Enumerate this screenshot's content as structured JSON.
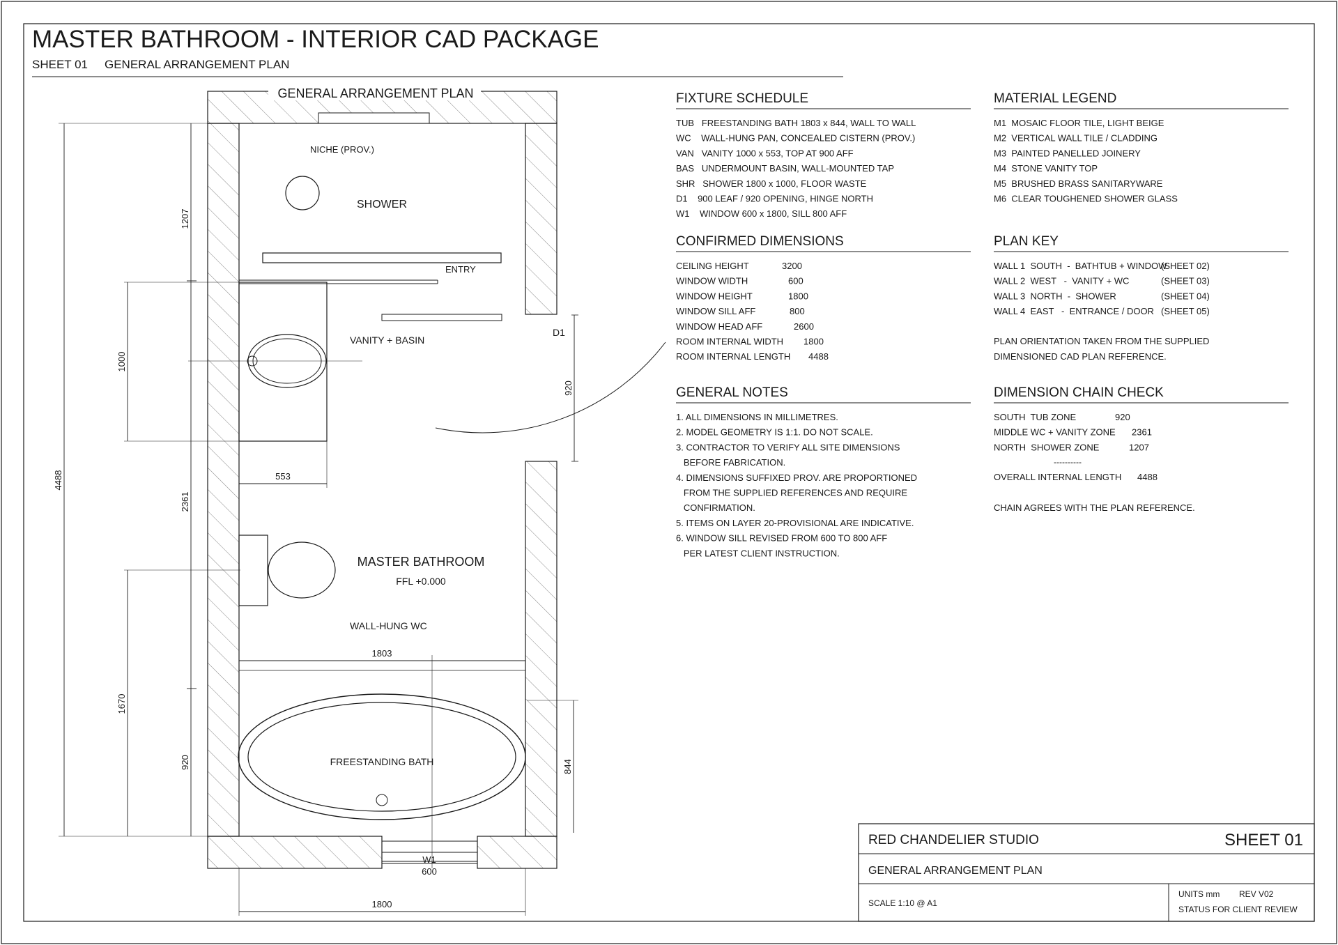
{
  "header": {
    "title": "MASTER BATHROOM - INTERIOR CAD PACKAGE",
    "sheet_no": "SHEET 01",
    "sheet_name": "GENERAL ARRANGEMENT PLAN"
  },
  "plan": {
    "title": "GENERAL ARRANGEMENT PLAN",
    "labels": {
      "niche": "NICHE (PROV.)",
      "shower": "SHOWER",
      "entry": "ENTRY",
      "vanity": "VANITY + BASIN",
      "door": "D1",
      "room": "MASTER BATHROOM",
      "ffl": "FFL +0.000",
      "wc": "WALL-HUNG WC",
      "bath": "FREESTANDING BATH",
      "window": "W1"
    },
    "dims": {
      "overall_length": "4488",
      "shower_zone": "1207",
      "middle_zone": "2361",
      "tub_zone": "920",
      "vanity_len": "1000",
      "wc_dim": "1670",
      "door_opening": "920",
      "vanity_depth": "553",
      "bath_len": "1803",
      "bath_width": "844",
      "window_width": "600",
      "room_width": "1800"
    }
  },
  "sections": {
    "fixture": {
      "title": "FIXTURE SCHEDULE",
      "rows": [
        "TUB   FREESTANDING BATH 1803 x 844, WALL TO WALL",
        "WC    WALL-HUNG PAN, CONCEALED CISTERN (PROV.)",
        "VAN   VANITY 1000 x 553, TOP AT 900 AFF",
        "BAS   UNDERMOUNT BASIN, WALL-MOUNTED TAP",
        "SHR   SHOWER 1800 x 1000, FLOOR WASTE",
        "D1    900 LEAF / 920 OPENING, HINGE NORTH",
        "W1    WINDOW 600 x 1800, SILL 800 AFF"
      ]
    },
    "material": {
      "title": "MATERIAL LEGEND",
      "rows": [
        "M1  MOSAIC FLOOR TILE, LIGHT BEIGE",
        "M2  VERTICAL WALL TILE / CLADDING",
        "M3  PAINTED PANELLED JOINERY",
        "M4  STONE VANITY TOP",
        "M5  BRUSHED BRASS SANITARYWARE",
        "M6  CLEAR TOUGHENED SHOWER GLASS"
      ]
    },
    "confirmed": {
      "title": "CONFIRMED DIMENSIONS",
      "rows": [
        {
          "label": "CEILING HEIGHT",
          "value": "3200"
        },
        {
          "label": "WINDOW WIDTH",
          "value": "600"
        },
        {
          "label": "WINDOW HEIGHT",
          "value": "1800"
        },
        {
          "label": "WINDOW SILL AFF",
          "value": "800"
        },
        {
          "label": "WINDOW HEAD AFF",
          "value": "2600"
        },
        {
          "label": "ROOM INTERNAL WIDTH",
          "value": "1800"
        },
        {
          "label": "ROOM INTERNAL LENGTH",
          "value": "4488"
        }
      ]
    },
    "plankey": {
      "title": "PLAN KEY",
      "rows": [
        {
          "wall": "WALL 1  SOUTH  -  BATHTUB + WINDOW",
          "ref": "(SHEET 02)"
        },
        {
          "wall": "WALL 2  WEST   -  VANITY + WC",
          "ref": "(SHEET 03)"
        },
        {
          "wall": "WALL 3  NORTH  -  SHOWER",
          "ref": "(SHEET 04)"
        },
        {
          "wall": "WALL 4  EAST   -  ENTRANCE / DOOR",
          "ref": "(SHEET 05)"
        }
      ],
      "note": [
        "PLAN ORIENTATION TAKEN FROM THE SUPPLIED",
        "DIMENSIONED CAD PLAN REFERENCE."
      ]
    },
    "notes": {
      "title": "GENERAL NOTES",
      "rows": [
        "1. ALL DIMENSIONS IN MILLIMETRES.",
        "2. MODEL GEOMETRY IS 1:1. DO NOT SCALE.",
        "3. CONTRACTOR TO VERIFY ALL SITE DIMENSIONS",
        "   BEFORE FABRICATION.",
        "4. DIMENSIONS SUFFIXED PROV. ARE PROPORTIONED",
        "   FROM THE SUPPLIED REFERENCES AND REQUIRE",
        "   CONFIRMATION.",
        "5. ITEMS ON LAYER 20-PROVISIONAL ARE INDICATIVE.",
        "6. WINDOW SILL REVISED FROM 600 TO 800 AFF",
        "   PER LATEST CLIENT INSTRUCTION."
      ]
    },
    "chain": {
      "title": "DIMENSION CHAIN CHECK",
      "rows": [
        {
          "label": "SOUTH  TUB ZONE",
          "value": "920"
        },
        {
          "label": "MIDDLE WC + VANITY ZONE",
          "value": "2361"
        },
        {
          "label": "NORTH  SHOWER ZONE",
          "value": "1207"
        }
      ],
      "separator": "----------",
      "total_label": "OVERALL INTERNAL LENGTH",
      "total_value": "4488",
      "conclusion": "CHAIN AGREES WITH THE PLAN REFERENCE."
    }
  },
  "titleblock": {
    "studio": "RED CHANDELIER STUDIO",
    "sheet": "SHEET 01",
    "drawing": "GENERAL ARRANGEMENT PLAN",
    "scale": "SCALE  1:10  @ A1",
    "units": "UNITS  mm",
    "rev": "REV  V02",
    "status": "STATUS  FOR CLIENT REVIEW"
  }
}
